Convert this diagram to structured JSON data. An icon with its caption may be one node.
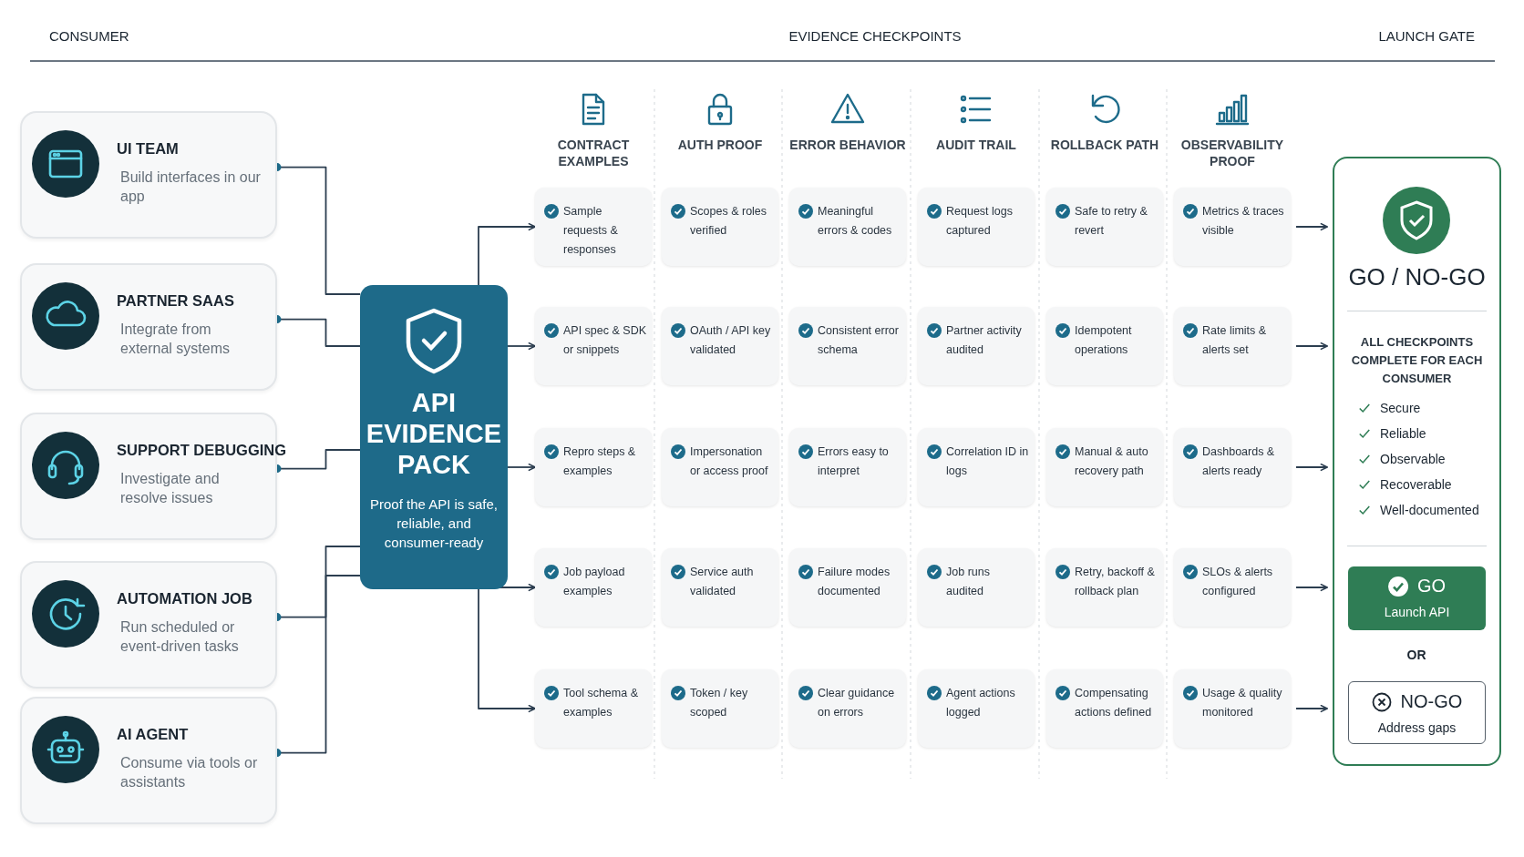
{
  "diagram": {
    "nodes": [
      {
        "text": [
          "UI TEAM",
          "Build interfaces in our app"
        ]
      },
      {
        "text": [
          "PARTNER SAAS",
          "Integrate from external systems"
        ]
      },
      {
        "text": [
          "SUPPORT DEBUGGING",
          "Investigate and resolve issues"
        ]
      },
      {
        "text": [
          "AUTOMATION JOB",
          "Run scheduled or event-driven tasks"
        ]
      },
      {
        "text": [
          "AI AGENT",
          "Consume via tools or assistants"
        ]
      },
      {
        "text": [
          "API EVIDENCE PACK",
          "Proof the API is safe, reliable, and consumer-ready"
        ]
      },
      {
        "text": [
          "Sample requests & responses"
        ]
      },
      {
        "text": [
          "Scopes & roles verified"
        ]
      },
      {
        "text": [
          "Meaningful errors & codes"
        ]
      },
      {
        "text": [
          "Request logs captured"
        ]
      },
      {
        "text": [
          "Safe to retry & revert"
        ]
      },
      {
        "text": [
          "Metrics & traces visible"
        ]
      },
      {
        "text": [
          "API spec & SDK or snippets"
        ]
      },
      {
        "text": [
          "OAuth / API key validated"
        ]
      },
      {
        "text": [
          "Consistent error schema"
        ]
      },
      {
        "text": [
          "Partner activity audited"
        ]
      },
      {
        "text": [
          "Idempotent operations"
        ]
      },
      {
        "text": [
          "Rate limits & alerts set"
        ]
      },
      {
        "text": [
          "Repro steps & examples"
        ]
      },
      {
        "text": [
          "Impersonation or access proof"
        ]
      },
      {
        "text": [
          "Errors easy to interpret"
        ]
      },
      {
        "text": [
          "Correlation ID in logs"
        ]
      },
      {
        "text": [
          "Manual & auto recovery path"
        ]
      },
      {
        "text": [
          "Dashboards & alerts ready"
        ]
      },
      {
        "text": [
          "Job payload examples"
        ]
      },
      {
        "text": [
          "Service auth validated"
        ]
      },
      {
        "text": [
          "Failure modes documented"
        ]
      },
      {
        "text": [
          "Job runs audited"
        ]
      },
      {
        "text": [
          "Retry, backoff & rollback plan"
        ]
      },
      {
        "text": [
          "SLOs & alerts configured"
        ]
      },
      {
        "text": [
          "Tool schema & examples"
        ]
      },
      {
        "text": [
          "Token / key scoped"
        ]
      },
      {
        "text": [
          "Clear guidance on errors"
        ]
      },
      {
        "text": [
          "Agent actions logged"
        ]
      },
      {
        "text": [
          "Compensating actions defined"
        ]
      },
      {
        "text": [
          "Usage & quality monitored"
        ]
      },
      {
        "text": [
          "GO / NO-GO",
          "ALL CHECKPOINTS COMPLETE FOR EACH CONSUMER",
          "Secure",
          "Reliable",
          "Observable",
          "Recoverable",
          "Well-documented"
        ]
      },
      {
        "text": [
          "GO",
          "Launch API"
        ],
        "in": 36
      },
      {
        "text": [
          "NO-GO",
          "Address gaps"
        ],
        "in": 36
      }
    ],
    "edges": [
      {
        "from": 0,
        "to": 5,
        "arrow": "other"
      },
      {
        "from": 1,
        "to": 5,
        "arrow": "other"
      },
      {
        "from": 2,
        "to": 5,
        "arrow": "other"
      },
      {
        "from": 3,
        "to": 5,
        "arrow": "other"
      },
      {
        "from": 4,
        "to": 5,
        "arrow": "other"
      },
      {
        "from": 5,
        "to": 6,
        "arrow": "to"
      },
      {
        "from": 5,
        "to": 12,
        "arrow": "to"
      },
      {
        "from": 5,
        "to": 18,
        "arrow": "to"
      },
      {
        "from": 5,
        "to": 24,
        "arrow": "to"
      },
      {
        "from": 5,
        "to": 30,
        "arrow": "to"
      },
      {
        "from": 11,
        "to": 36,
        "arrow": "to"
      },
      {
        "from": 17,
        "to": 36,
        "arrow": "to"
      },
      {
        "from": 23,
        "to": 36,
        "arrow": "to"
      },
      {
        "from": 29,
        "to": 36,
        "arrow": "to"
      },
      {
        "from": 35,
        "to": 36,
        "arrow": "to"
      }
    ],
    "labels": [
      "CONSUMER",
      "EVIDENCE CHECKPOINTS",
      "LAUNCH GATE",
      "CONTRACT EXAMPLES",
      "AUTH PROOF",
      "ERROR BEHAVIOR",
      "AUDIT TRAIL",
      "ROLLBACK PATH",
      "OBSERVABILITY PROOF",
      "OR"
    ]
  }
}
